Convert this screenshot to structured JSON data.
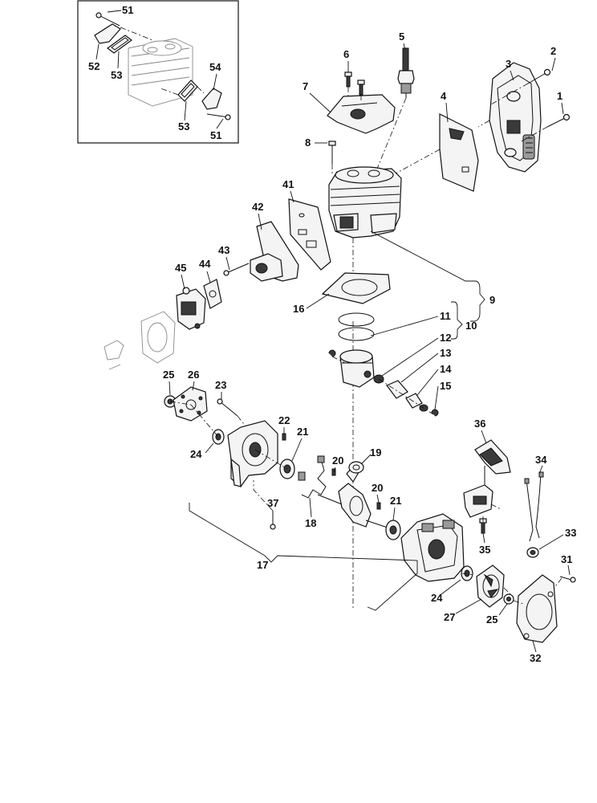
{
  "diagram": {
    "part_numbers": {
      "p1": "1",
      "p2": "2",
      "p3": "3",
      "p4": "4",
      "p5": "5",
      "p6": "6",
      "p7": "7",
      "p8": "8",
      "p9": "9",
      "p10": "10",
      "p11": "11",
      "p12": "12",
      "p13": "13",
      "p14": "14",
      "p15": "15",
      "p16": "16",
      "p17": "17",
      "p18": "18",
      "p19": "19",
      "p20": "20",
      "p21": "21",
      "p22": "22",
      "p23": "23",
      "p24": "24",
      "p25": "25",
      "p26": "26",
      "p27": "27",
      "p31": "31",
      "p32": "32",
      "p33": "33",
      "p34": "34",
      "p35": "35",
      "p36": "36",
      "p37": "37",
      "p41": "41",
      "p42": "42",
      "p43": "43",
      "p44": "44",
      "p45": "45",
      "p51": "51",
      "p52": "52",
      "p53": "53",
      "p54": "54"
    }
  }
}
